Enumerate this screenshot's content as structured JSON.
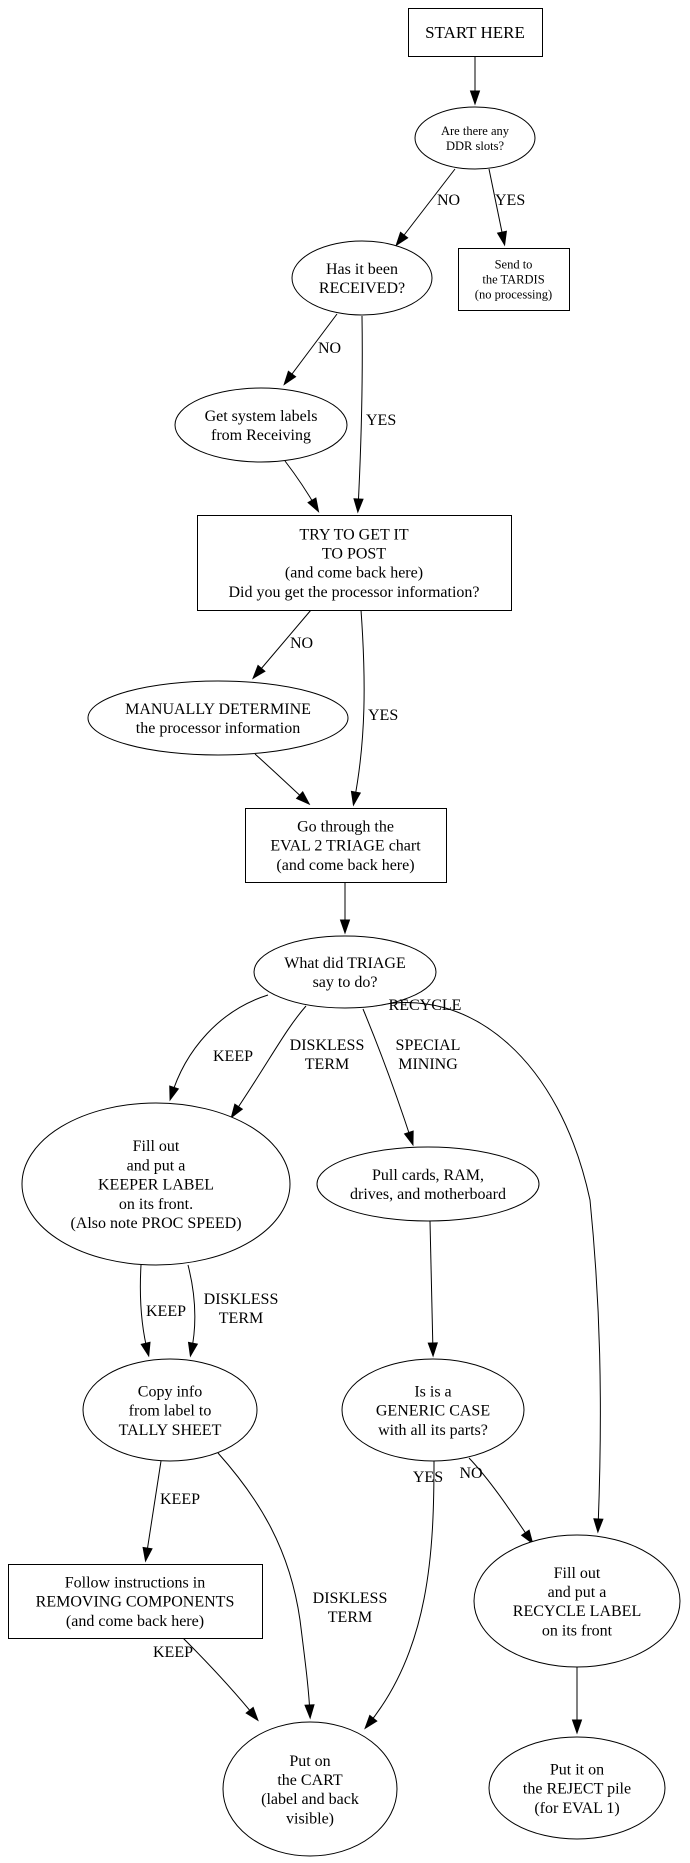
{
  "title": "Computer intake triage flowchart",
  "nodes": {
    "start": {
      "lines": [
        "START HERE"
      ]
    },
    "ddr": {
      "lines": [
        "Are there any",
        "DDR slots?"
      ]
    },
    "tardis": {
      "lines": [
        "Send to",
        "the TARDIS",
        "(no processing)"
      ]
    },
    "received": {
      "lines": [
        "Has it been",
        "RECEIVED?"
      ]
    },
    "labels": {
      "lines": [
        "Get system labels",
        "from Receiving"
      ]
    },
    "post": {
      "lines": [
        "TRY TO GET IT",
        "TO POST",
        "(and come back here)",
        "Did you get the processor information?"
      ]
    },
    "manual": {
      "lines": [
        "MANUALLY DETERMINE",
        "the processor information"
      ]
    },
    "eval2": {
      "lines": [
        "Go through the",
        "EVAL 2 TRIAGE chart",
        "(and come back here)"
      ]
    },
    "triage": {
      "lines": [
        "What did TRIAGE",
        "say to do?"
      ]
    },
    "keeper": {
      "lines": [
        "Fill out",
        "and put a",
        "KEEPER LABEL",
        "on its front.",
        "(Also note PROC SPEED)"
      ]
    },
    "pull": {
      "lines": [
        "Pull cards, RAM,",
        "drives, and motherboard"
      ]
    },
    "copy": {
      "lines": [
        "Copy info",
        "from label to",
        "TALLY SHEET"
      ]
    },
    "generic": {
      "lines": [
        "Is is a",
        "GENERIC CASE",
        "with all its parts?"
      ]
    },
    "follow": {
      "lines": [
        "Follow instructions in",
        "REMOVING COMPONENTS",
        "(and come back here)"
      ]
    },
    "recycle": {
      "lines": [
        "Fill out",
        "and put a",
        "RECYCLE LABEL",
        "on its front"
      ]
    },
    "cart": {
      "lines": [
        "Put on",
        "the CART",
        "(label and back",
        "visible)"
      ]
    },
    "reject": {
      "lines": [
        "Put it on",
        "the REJECT pile",
        "(for EVAL 1)"
      ]
    }
  },
  "edges": [
    {
      "from": "start",
      "to": "ddr",
      "label": []
    },
    {
      "from": "ddr",
      "to": "received",
      "label": [
        "NO"
      ]
    },
    {
      "from": "ddr",
      "to": "tardis",
      "label": [
        "YES"
      ]
    },
    {
      "from": "received",
      "to": "labels",
      "label": [
        "NO"
      ]
    },
    {
      "from": "received",
      "to": "post",
      "label": [
        "YES"
      ]
    },
    {
      "from": "labels",
      "to": "post",
      "label": []
    },
    {
      "from": "post",
      "to": "manual",
      "label": [
        "NO"
      ]
    },
    {
      "from": "post",
      "to": "eval2",
      "label": [
        "YES"
      ]
    },
    {
      "from": "manual",
      "to": "eval2",
      "label": []
    },
    {
      "from": "eval2",
      "to": "triage",
      "label": []
    },
    {
      "from": "triage",
      "to": "keeper",
      "label": [
        "KEEP"
      ]
    },
    {
      "from": "triage",
      "to": "keeper",
      "label": [
        "DISKLESS",
        "TERM"
      ]
    },
    {
      "from": "triage",
      "to": "pull",
      "label": [
        "SPECIAL",
        "MINING"
      ]
    },
    {
      "from": "triage",
      "to": "recycle",
      "label": [
        "RECYCLE"
      ]
    },
    {
      "from": "keeper",
      "to": "copy",
      "label": [
        "KEEP"
      ]
    },
    {
      "from": "keeper",
      "to": "copy",
      "label": [
        "DISKLESS",
        "TERM"
      ]
    },
    {
      "from": "pull",
      "to": "generic",
      "label": []
    },
    {
      "from": "copy",
      "to": "follow",
      "label": [
        "KEEP"
      ]
    },
    {
      "from": "copy",
      "to": "cart",
      "label": [
        "DISKLESS",
        "TERM"
      ]
    },
    {
      "from": "generic",
      "to": "cart",
      "label": [
        "YES"
      ]
    },
    {
      "from": "generic",
      "to": "recycle",
      "label": [
        "NO"
      ]
    },
    {
      "from": "follow",
      "to": "cart",
      "label": [
        "KEEP"
      ]
    },
    {
      "from": "recycle",
      "to": "reject",
      "label": []
    }
  ]
}
